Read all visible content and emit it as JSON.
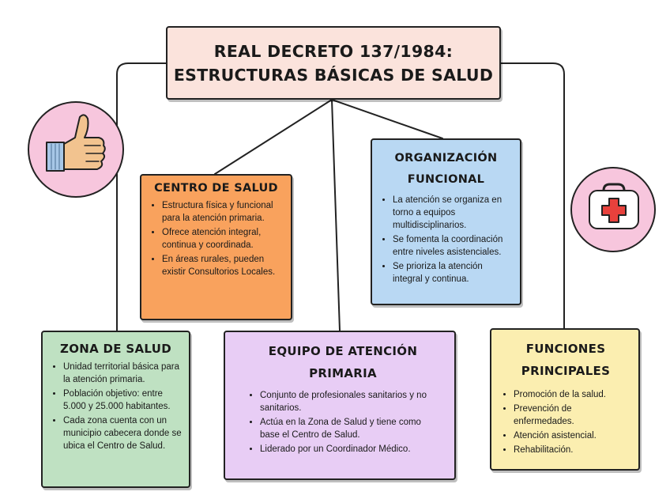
{
  "title": {
    "line1": "REAL DECRETO 137/1984:",
    "line2": "ESTRUCTURAS BÁSICAS DE SALUD"
  },
  "centro_salud": {
    "heading": "CENTRO DE SALUD",
    "items": [
      "Estructura física y funcional para la atención primaria.",
      "Ofrece atención integral, continua y coordinada.",
      "En áreas rurales, pueden existir Consultorios Locales."
    ]
  },
  "organizacion": {
    "heading": "ORGANIZACIÓN FUNCIONAL",
    "items": [
      "La atención se organiza en torno a equipos multidisciplinarios.",
      "Se fomenta la coordinación entre niveles asistenciales.",
      "Se prioriza la atención integral y continua."
    ]
  },
  "zona_salud": {
    "heading": "ZONA DE SALUD",
    "items": [
      "Unidad territorial básica para la atención primaria.",
      "Población objetivo: entre 5.000 y 25.000 habitantes.",
      "Cada zona cuenta con un municipio cabecera donde se ubica el Centro de Salud."
    ]
  },
  "equipo": {
    "heading": "EQUIPO DE ATENCIÓN PRIMARIA",
    "items": [
      "Conjunto de profesionales sanitarios y no sanitarios.",
      "Actúa en la Zona de Salud y tiene como base el Centro de Salud.",
      "Liderado por un Coordinador Médico."
    ]
  },
  "funciones": {
    "heading": "FUNCIONES PRINCIPALES",
    "items": [
      "Promoción de la salud.",
      "Prevención de enfermedades.",
      "Atención asistencial.",
      "Rehabilitación."
    ]
  },
  "icons": [
    "thumbs-up-icon",
    "first-aid-kit-icon"
  ],
  "colors": {
    "title_bg": "#fbe3dc",
    "centro_bg": "#f9a25d",
    "organizacion_bg": "#b9d8f3",
    "zona_bg": "#bfe1c2",
    "equipo_bg": "#e8cdf5",
    "funciones_bg": "#fbeeb0",
    "icon_circle": "#f7c6dd"
  }
}
